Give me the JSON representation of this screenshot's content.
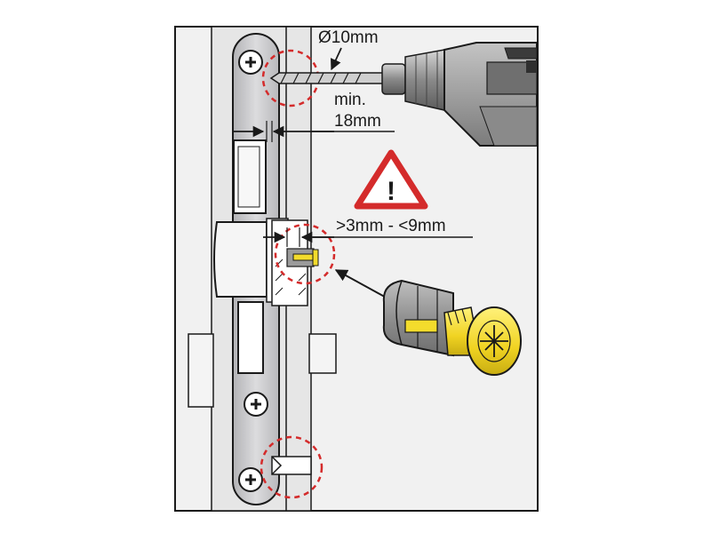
{
  "labels": {
    "drill_diameter": "Ø10mm",
    "min_depth_prefix": "min.",
    "min_depth_value": "18mm",
    "gap_range": ">3mm - <9mm",
    "warning_mark": "!"
  },
  "colors": {
    "outline": "#1a1a1a",
    "plate_grey": "#c9c9cb",
    "door_bg": "#f1f1f1",
    "frame_bg": "#e4e4e4",
    "dowel_grey": "#8f8f8f",
    "screw_yellow": "#f3dc2c",
    "highlight_red": "#d42b2b",
    "drill_body": "#9a9a9a",
    "drill_dark": "#3b3b3b"
  },
  "icons": [
    "warning-triangle-icon",
    "phillips-screw-icon",
    "drill-icon",
    "drill-bit-icon",
    "wall-plug-icon",
    "dimension-arrow-icon"
  ]
}
